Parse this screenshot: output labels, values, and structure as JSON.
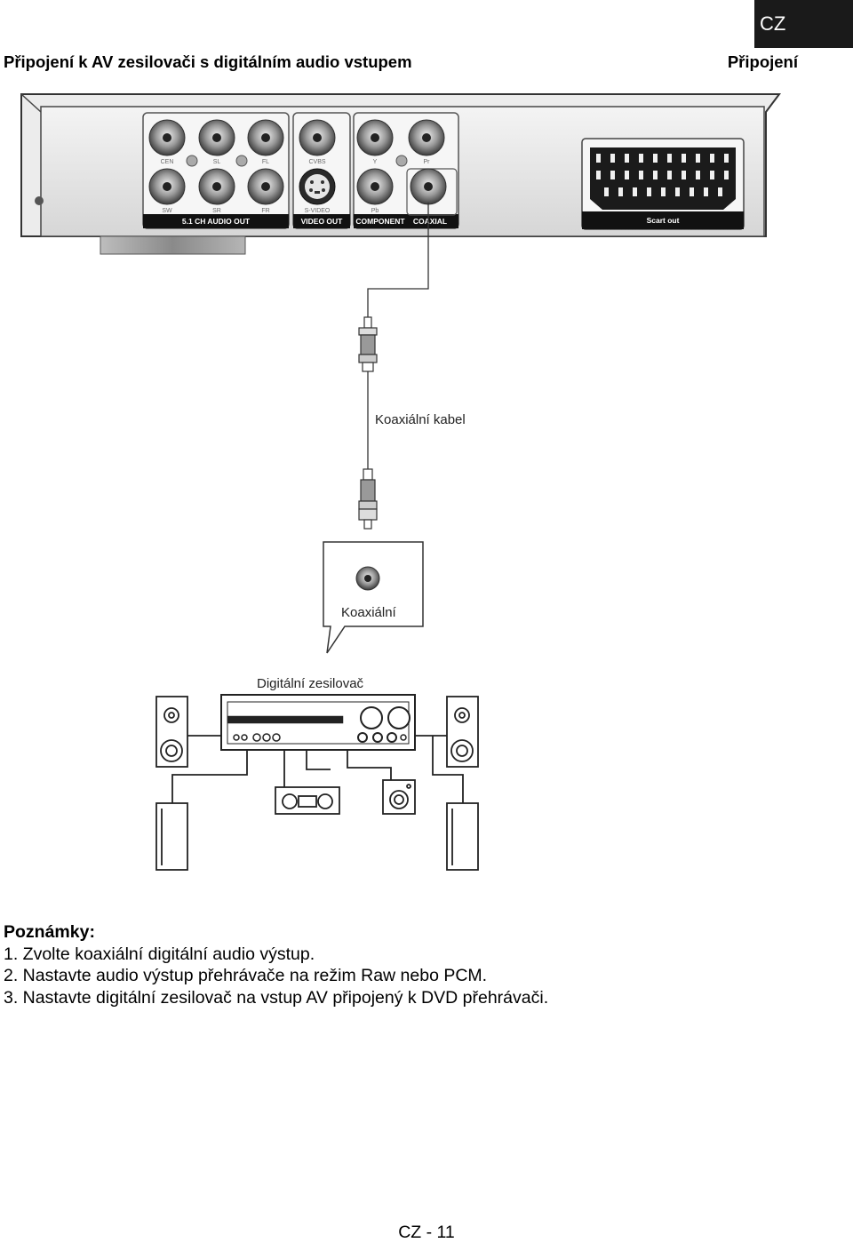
{
  "header": {
    "lang_tab": "CZ",
    "title": "Připojení k AV zesilovači s digitálním audio vstupem",
    "section": "Připojení"
  },
  "diagram": {
    "cable_label": "Koaxiální kabel",
    "callout_label": "Koaxiální",
    "amplifier_label": "Digitální zesilovač",
    "panel": {
      "jacks_top": [
        "CEN",
        "SL",
        "FL",
        "CVBS",
        "Y",
        "Pr"
      ],
      "jacks_bottom": [
        "SW",
        "SR",
        "FR",
        "S-VIDEO",
        "Pb"
      ],
      "group_51": "5.1 CH AUDIO OUT",
      "group_video": "VIDEO OUT",
      "group_component": "COMPONENT",
      "group_coaxial": "COAXIAL",
      "scart": "Scart out"
    }
  },
  "notes": {
    "title": "Poznámky:",
    "items": [
      "1. Zvolte koaxiální digitální audio výstup.",
      "2. Nastavte audio výstup přehrávače na režim Raw nebo PCM.",
      "3. Nastavte digitální zesilovač na vstup AV připojený k DVD přehrávači."
    ]
  },
  "footer": {
    "page": "CZ - 11"
  }
}
